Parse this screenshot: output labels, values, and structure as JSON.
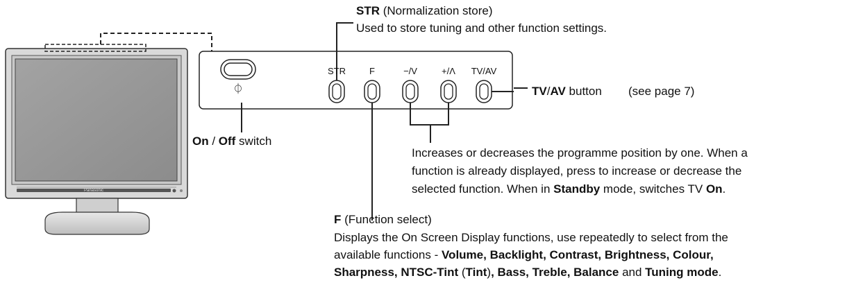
{
  "tv": {
    "brand": "Panasonic"
  },
  "panel": {
    "power_symbol": "⏀",
    "buttons": [
      {
        "id": "str",
        "label": "STR"
      },
      {
        "id": "f",
        "label": "F"
      },
      {
        "id": "minus",
        "label": "−/V"
      },
      {
        "id": "plus",
        "label": "+/Λ"
      },
      {
        "id": "tvav",
        "label": "TV/AV"
      }
    ]
  },
  "callouts": {
    "str": {
      "title": "STR",
      "title_rest": " (Normalization store)",
      "desc": "Used to store tuning and other function settings."
    },
    "tvav": {
      "b1": "TV",
      "slash": "/",
      "b2": "AV",
      "rest": " button",
      "ref": "(see page 7)"
    },
    "power": {
      "on": "On",
      "sep": " / ",
      "off": "Off",
      "rest": " switch"
    },
    "updown": {
      "line1": "Increases or decreases the programme position by one. When a",
      "line2": "function is already displayed, press to increase or decrease the",
      "line3_pre": "selected function. When in ",
      "line3_bold": "Standby",
      "line3_mid": " mode, switches TV ",
      "line3_bold2": "On",
      "line3_end": "."
    },
    "f": {
      "title": "F",
      "title_rest": " (Function select)",
      "line1": "Displays the On Screen Display functions, use repeatedly to select from the",
      "line2_pre": "available functions - ",
      "line2_bold": "Volume, Backlight, Contrast, Brightness, Colour,",
      "line3_bold": "Sharpness, NTSC-Tint",
      "line3_mid": " (",
      "line3_bold2": "Tint",
      "line3_mid2": ")",
      "line3_bold3": ", Bass, Treble, Balance",
      "line3_and": " and ",
      "line3_bold4": "Tuning mode",
      "line3_end": "."
    }
  }
}
